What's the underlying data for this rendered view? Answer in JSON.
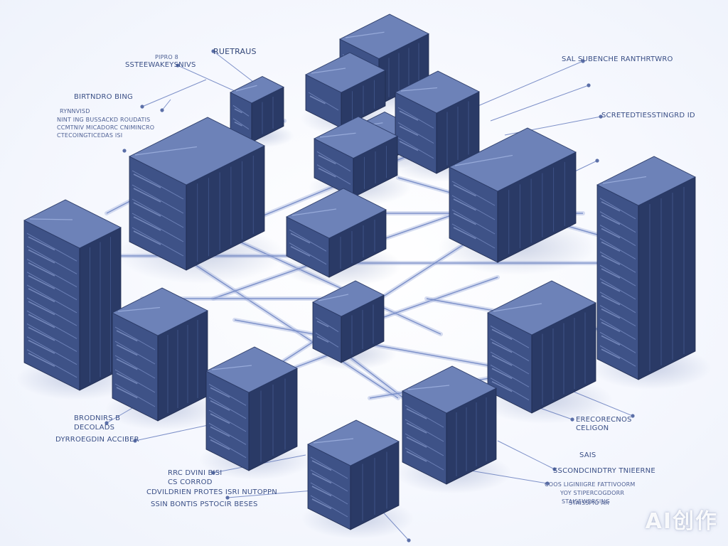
{
  "labels": {
    "top_center": "RUETRAUS",
    "top_left_small": "PIPRO 8",
    "top_left_main": "SSTEEWAKEYSNIVS",
    "left_heading": "BIRTNDRO BING",
    "left_line1": "RYNNVISD",
    "left_line2": "NINT ING BUSSACKD ROUDATIS",
    "left_line3": "CCMTNIV MICADORC CNIMINCRO",
    "left_line4": "CTECOINGTICEDAS ISI",
    "right_top": "SAL SUBENCHE RANTHRTWRO",
    "right_mid": "SCRETEDTIESSTINGRD ID",
    "bl1_a": "BRODNIRS B",
    "bl1_b": "DECOLADS",
    "bl2": "DYRROEGDIN ACCIBER",
    "bc1": "RRC DVINI BISI",
    "bc2": "CS CORROD",
    "bc3": "CDVILDRIEN PROTES ISRI NUTOPPN",
    "bc4": "SSIN BONTIS PSTOCIR BESES",
    "br1_a": "ERECORECNOS",
    "br1_b": "CELIGON",
    "br2": "SAIS",
    "br3": "SSCONDCINDTRY TNIEERNE",
    "br4": "COOS LIGINIIGRE FATTIVOORM",
    "br5": "YOY STIPERCOGDORR",
    "br6": "STAISEWERSING",
    "br7": "STAISSPIO AR"
  },
  "watermark": "AI创作",
  "colors": {
    "background": "#fbfcff",
    "server_top": "#6d82b8",
    "server_left": "#3e5287",
    "server_right": "#2a3a66",
    "label_text": "#3a4f86",
    "connector": "#6f86c4"
  }
}
